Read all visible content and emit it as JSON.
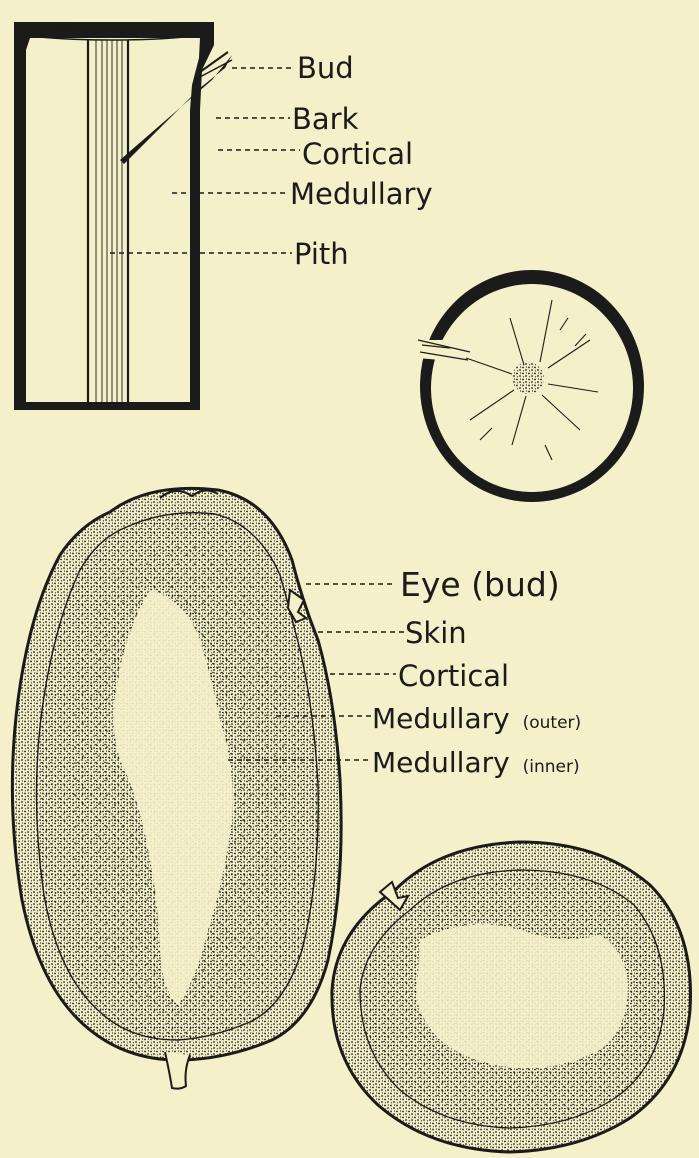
{
  "stem_labels": {
    "bud": "Bud",
    "bark": "Bark",
    "cortical": "Cortical",
    "medullary": "Medullary",
    "pith": "Pith"
  },
  "tuber_labels": {
    "eye": "Eye (bud)",
    "skin": "Skin",
    "cortical": "Cortical",
    "medullary_outer_main": "Medullary",
    "medullary_outer_sub": "(outer)",
    "medullary_inner_main": "Medullary",
    "medullary_inner_sub": "(inner)"
  },
  "colors": {
    "paper": "#f4f0c9",
    "ink": "#1b1b1b"
  }
}
